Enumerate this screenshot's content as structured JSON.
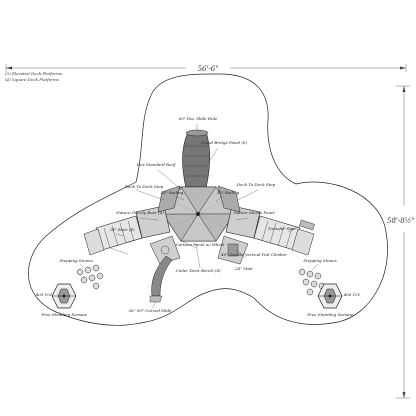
{
  "legend": {
    "line1": "(3) Elevated Deck Platforms",
    "line2": "(4) Square Deck Platforms"
  },
  "dimensions": {
    "width": "56'-6\"",
    "height": "58'-8½\""
  },
  "labels": {
    "slide_top": "60\" Dia. Slide Hole",
    "crawl_bridge": "Crawl Bridge Panel (6)",
    "hex_roof": "Hex Standard Roof",
    "deck_to_deck_left": "Deck To Deck Step",
    "railing_left": "36\" Railing",
    "railing_right": "36\" Railing",
    "deck_to_deck_right": "Deck To Deck Step",
    "grizzly_bear": "Nature Grizzly Bear (4)",
    "nature_moose": "Nature Moose Panel",
    "stair_left": "24\" Stair (4)",
    "transfer_stair": "Transfer Stair",
    "cartoon_panel": "Cartoon Panel w/ Wheel",
    "vertical_climber": "40\" Double Vertical Pod Climber",
    "stepping_stones_left": "Stepping Stones",
    "stepping_stones_right": "Stepping Stones",
    "under_deck_bench": "Under Deck Bench (4)",
    "curved_slide": "56\" 90° Curved Slide",
    "stair_right": "24\" Stair",
    "seesaw_code_left": "400-101",
    "seesaw_code_right": "400-101",
    "seesaw_left": "Free Standing Seesaw",
    "seesaw_right": "Free Standing Seesaw"
  }
}
